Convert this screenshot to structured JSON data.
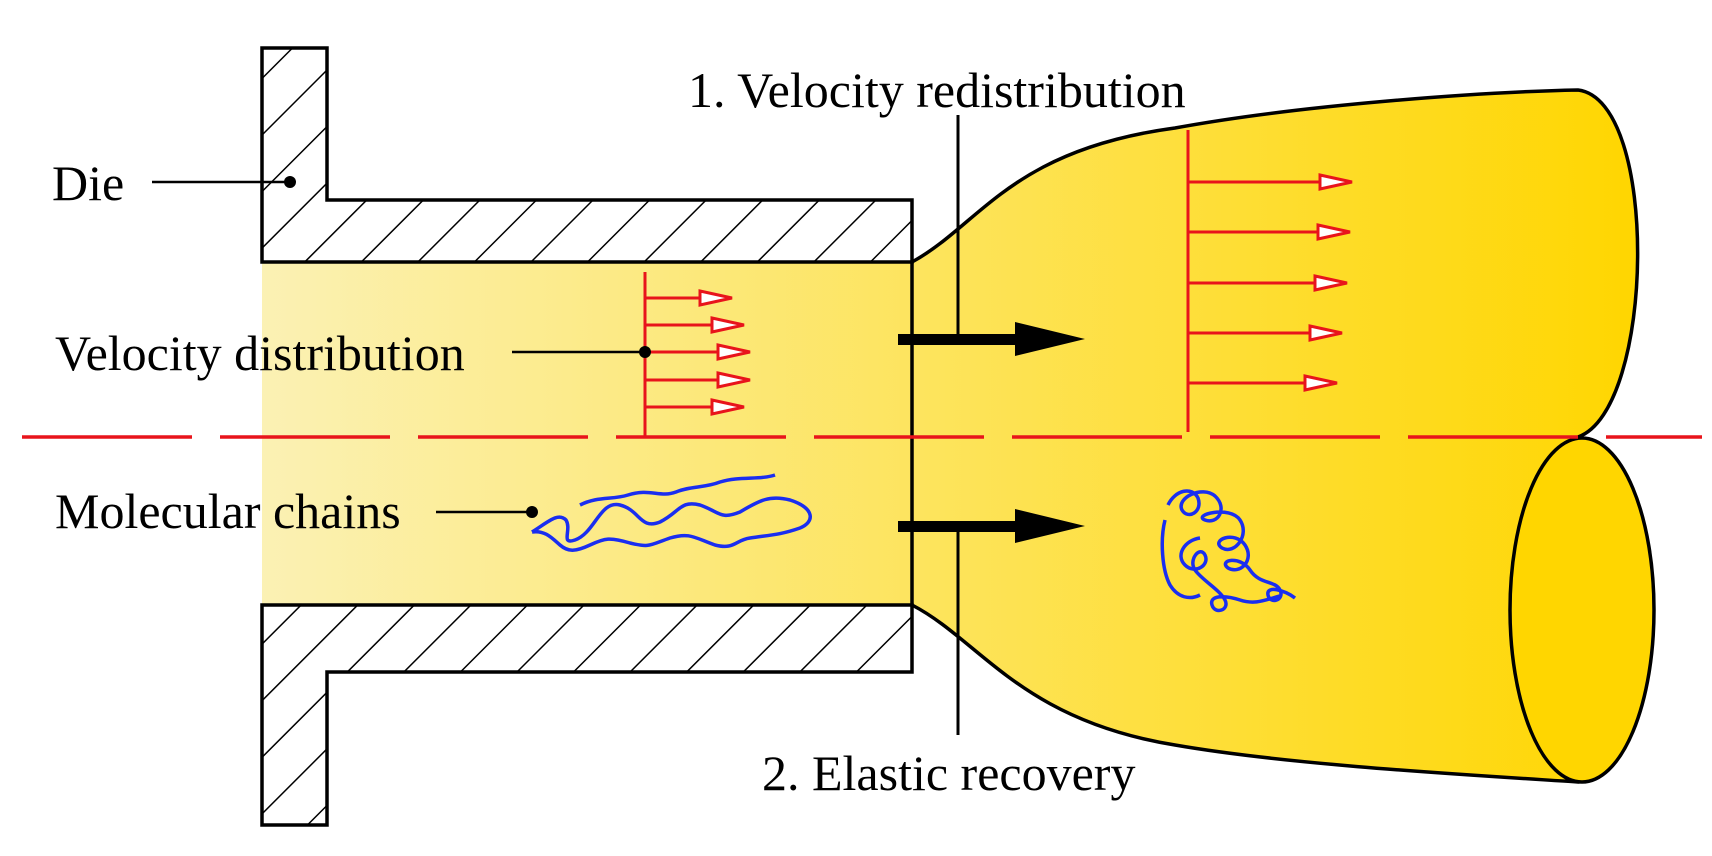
{
  "labels": {
    "die": "Die",
    "velocity_distribution": "Velocity distribution",
    "molecular_chains": "Molecular chains",
    "velocity_redistribution": "1. Velocity redistribution",
    "elastic_recovery": "2. Elastic recovery"
  },
  "colors": {
    "melt_light": "#FBF1B4",
    "melt_dark": "#FFD600",
    "velocity_arrows": "#E8141B",
    "molecular_chains": "#1A2EF0",
    "centerline": "#E8141B",
    "outline": "#000000"
  },
  "hatch": "diagonal-hatch",
  "icons": [
    "flow-arrow-icon"
  ]
}
